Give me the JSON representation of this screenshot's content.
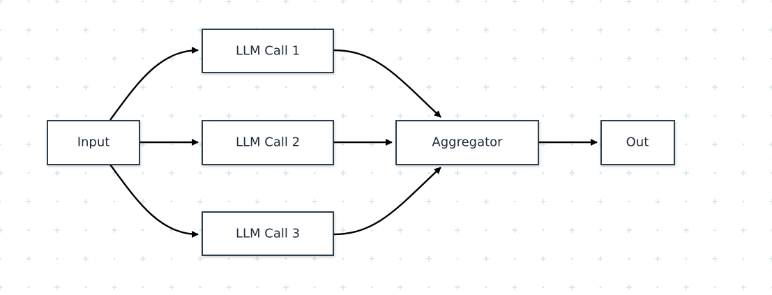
{
  "nodes": {
    "input": "Input",
    "call1": "LLM Call 1",
    "call2": "LLM Call 2",
    "call3": "LLM Call 3",
    "aggregator": "Aggregator",
    "out": "Out"
  },
  "edges": [
    [
      "input",
      "call1"
    ],
    [
      "input",
      "call2"
    ],
    [
      "input",
      "call3"
    ],
    [
      "call1",
      "aggregator"
    ],
    [
      "call2",
      "aggregator"
    ],
    [
      "call3",
      "aggregator"
    ],
    [
      "aggregator",
      "out"
    ]
  ],
  "colors": {
    "background": "#ffffff",
    "node_border": "#2c3e50",
    "edge": "#000000",
    "grid": "#cfe0de"
  }
}
